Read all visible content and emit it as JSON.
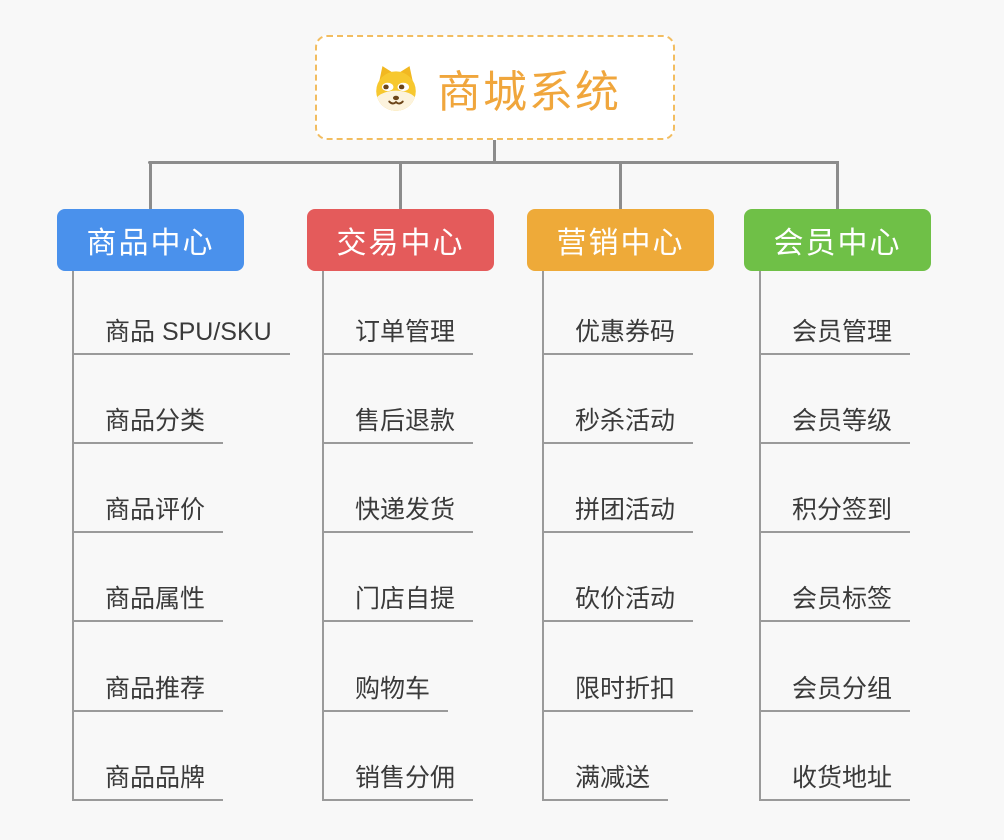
{
  "app": {
    "background_color": "#f8f8f8",
    "connector_color": "#8c8c8c",
    "branch_line_color": "#9a9a9a",
    "item_text_color": "#3a3a3a"
  },
  "root": {
    "title": "商城系统",
    "icon": "dog-face-icon",
    "text_color": "#f0a63c",
    "border_color": "#f2bd60"
  },
  "branches": [
    {
      "label": "商品中心",
      "color": "#4a91ec",
      "items": [
        "商品 SPU/SKU",
        "商品分类",
        "商品评价",
        "商品属性",
        "商品推荐",
        "商品品牌"
      ]
    },
    {
      "label": "交易中心",
      "color": "#e45b5b",
      "items": [
        "订单管理",
        "售后退款",
        "快递发货",
        "门店自提",
        "购物车",
        "销售分佣"
      ]
    },
    {
      "label": "营销中心",
      "color": "#eeaa39",
      "items": [
        "优惠券码",
        "秒杀活动",
        "拼团活动",
        "砍价活动",
        "限时折扣",
        "满减送"
      ]
    },
    {
      "label": "会员中心",
      "color": "#6fc047",
      "items": [
        "会员管理",
        "会员等级",
        "积分签到",
        "会员标签",
        "会员分组",
        "收货地址"
      ]
    }
  ]
}
